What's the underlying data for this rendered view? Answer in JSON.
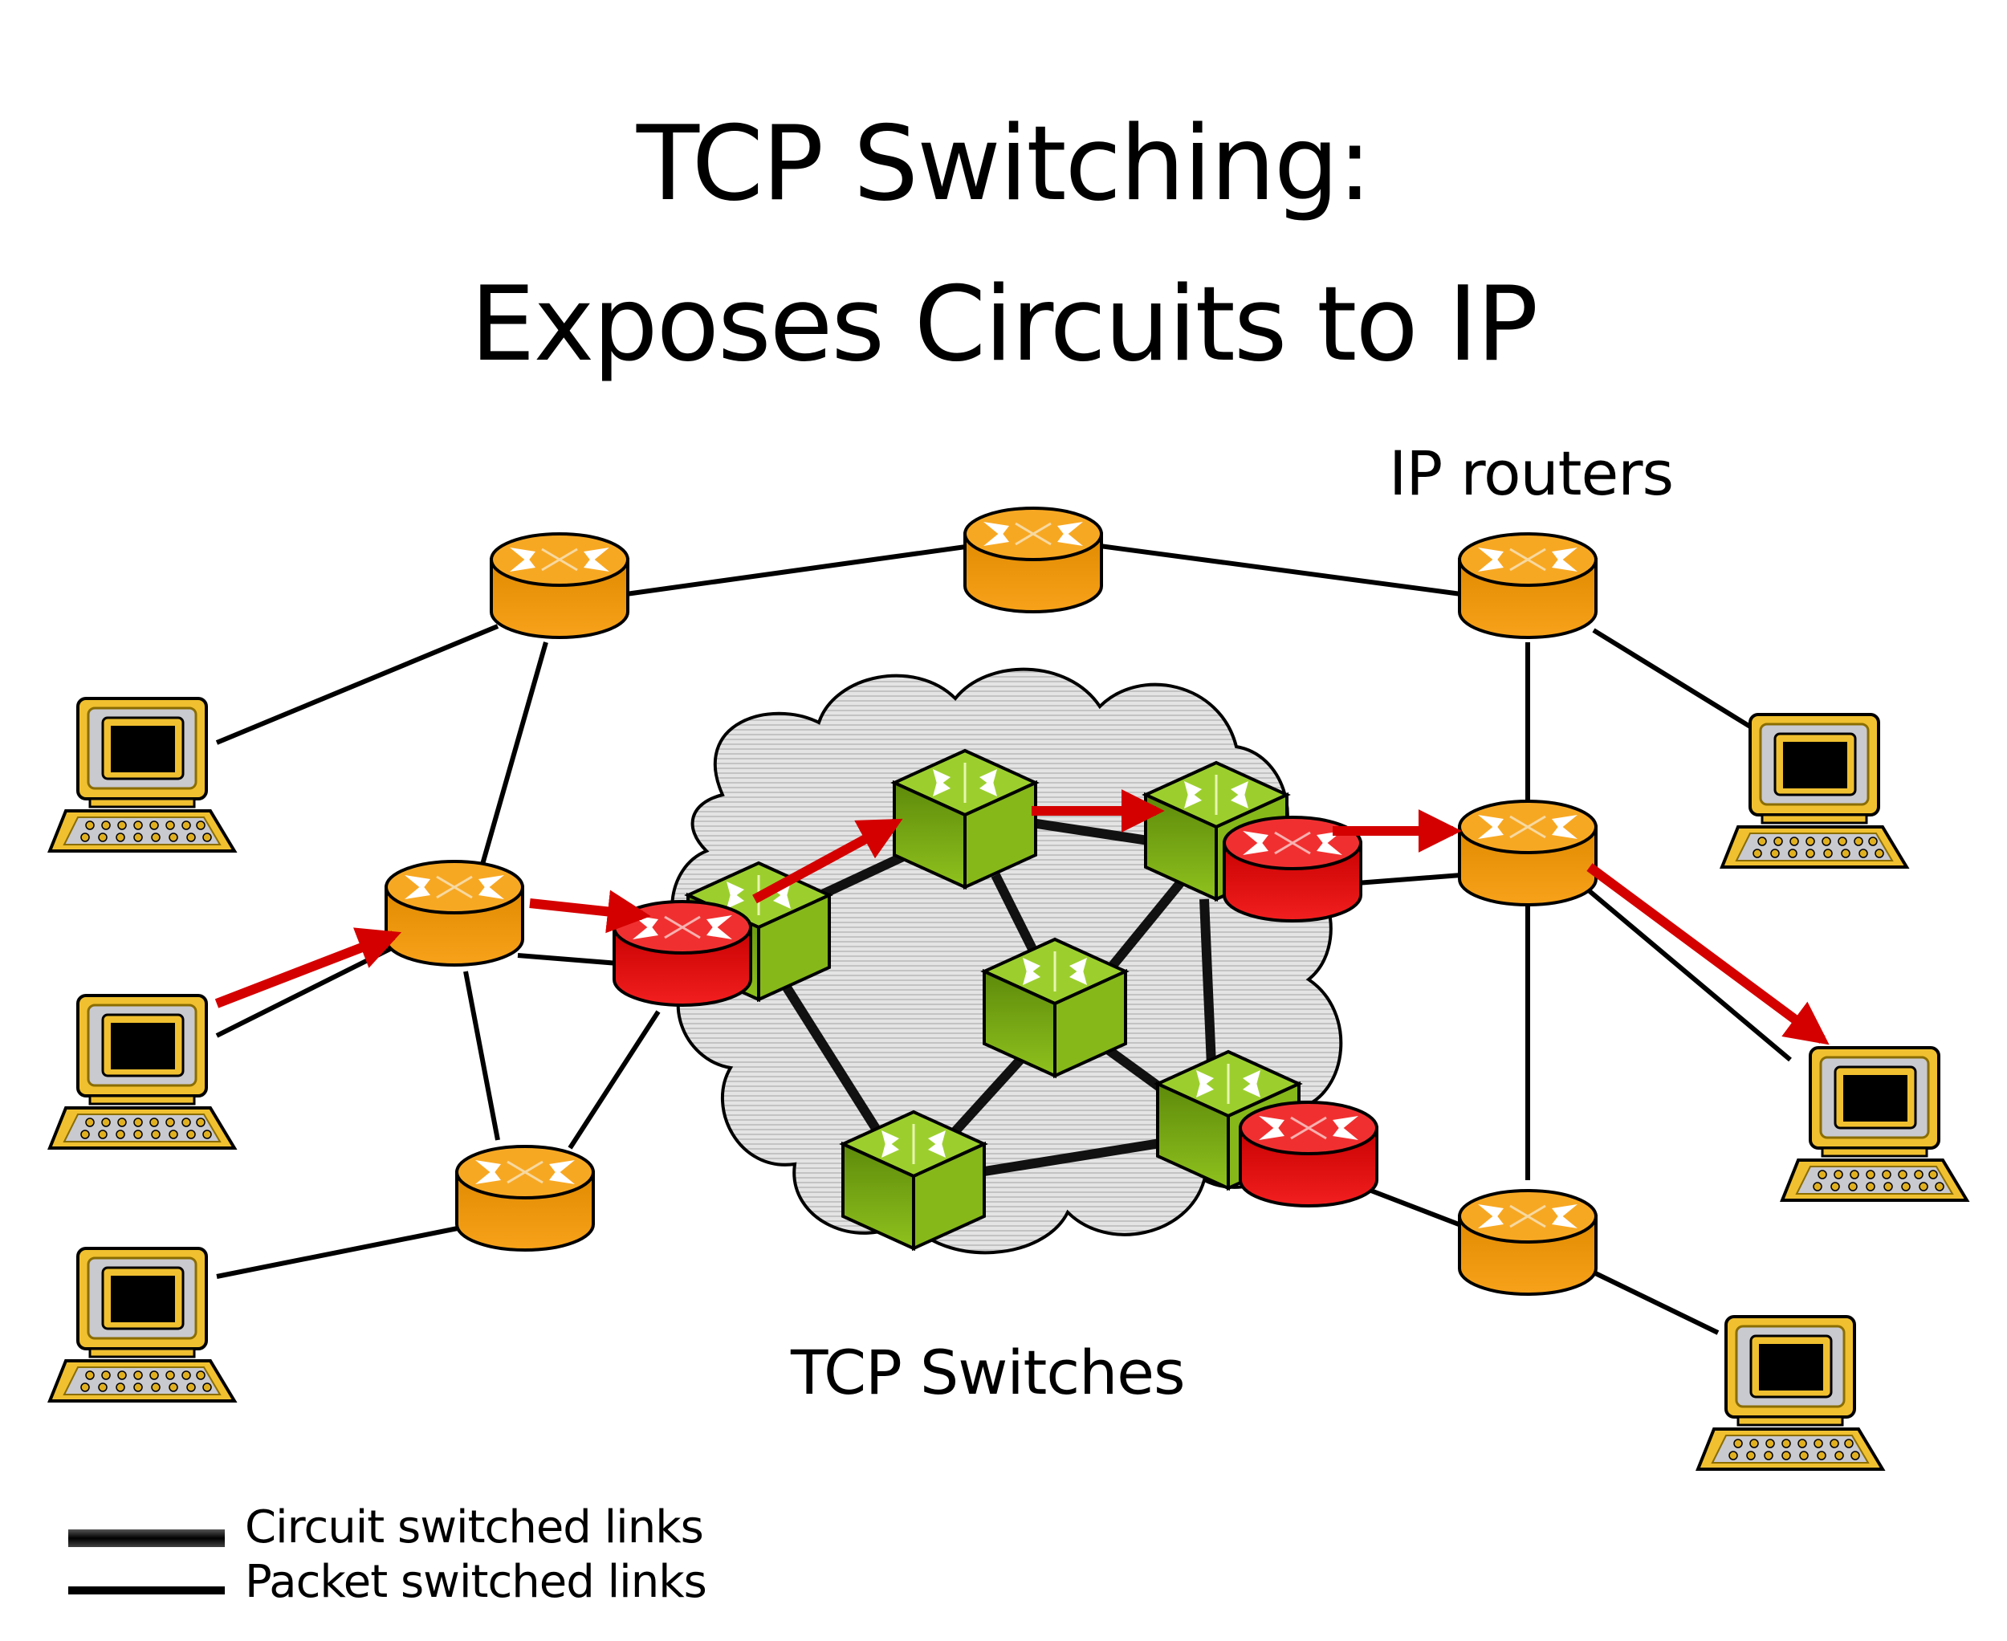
{
  "title": {
    "line1": "TCP Switching:",
    "line2": "Exposes Circuits to IP"
  },
  "labels": {
    "ip_routers": "IP routers",
    "tcp_switches": "TCP Switches"
  },
  "legend": {
    "circuit": "Circuit switched links",
    "packet": "Packet switched links"
  },
  "colors": {
    "ip_router": "#f5a623",
    "ip_router_dark": "#d98200",
    "tcp_router": "#ee2222",
    "tcp_router_dark": "#c80000",
    "switch_top": "#9acd32",
    "switch_side": "#6f9a10",
    "cloud": "#d9d9d9",
    "flow_arrow": "#d40000",
    "computer": "#f0c030",
    "link": "#000000"
  },
  "nodes": {
    "ip_routers": [
      "top-left",
      "top-middle",
      "top-right",
      "left",
      "bottom-left",
      "right-middle",
      "bottom-right"
    ],
    "tcp_switches": [
      "ingress",
      "top",
      "egress-top",
      "center",
      "bottom-left",
      "egress-bottom"
    ],
    "hosts": [
      "host-left-1",
      "host-left-2",
      "host-left-3",
      "host-right-1",
      "host-right-2",
      "host-right-3"
    ]
  }
}
